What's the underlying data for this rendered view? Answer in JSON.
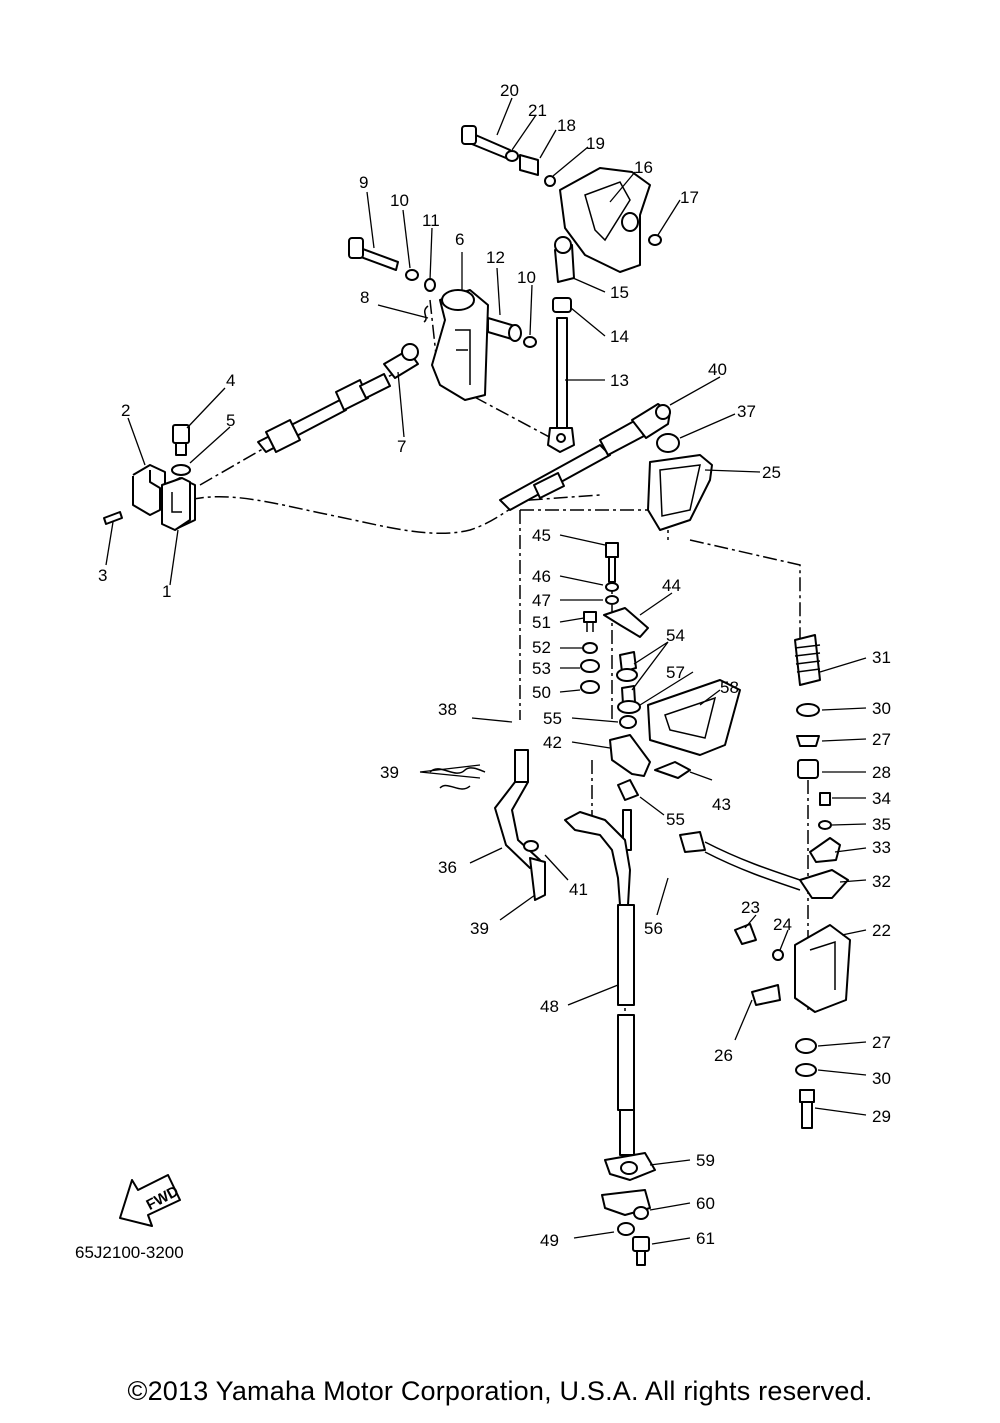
{
  "figure_code": "65J2100-3200",
  "direction_label": "FWD",
  "copyright": "©2013 Yamaha Motor Corporation, U.S.A. All rights reserved.",
  "callouts": [
    "1",
    "2",
    "3",
    "4",
    "5",
    "6",
    "7",
    "8",
    "9",
    "10",
    "10",
    "11",
    "12",
    "13",
    "14",
    "15",
    "16",
    "17",
    "18",
    "19",
    "20",
    "21",
    "22",
    "23",
    "24",
    "25",
    "26",
    "27",
    "27",
    "28",
    "29",
    "30",
    "30",
    "31",
    "32",
    "33",
    "34",
    "35",
    "36",
    "37",
    "38",
    "39",
    "39",
    "40",
    "41",
    "42",
    "43",
    "44",
    "45",
    "46",
    "47",
    "48",
    "49",
    "50",
    "51",
    "52",
    "53",
    "54",
    "55",
    "55",
    "56",
    "57",
    "58",
    "59",
    "60",
    "61"
  ]
}
